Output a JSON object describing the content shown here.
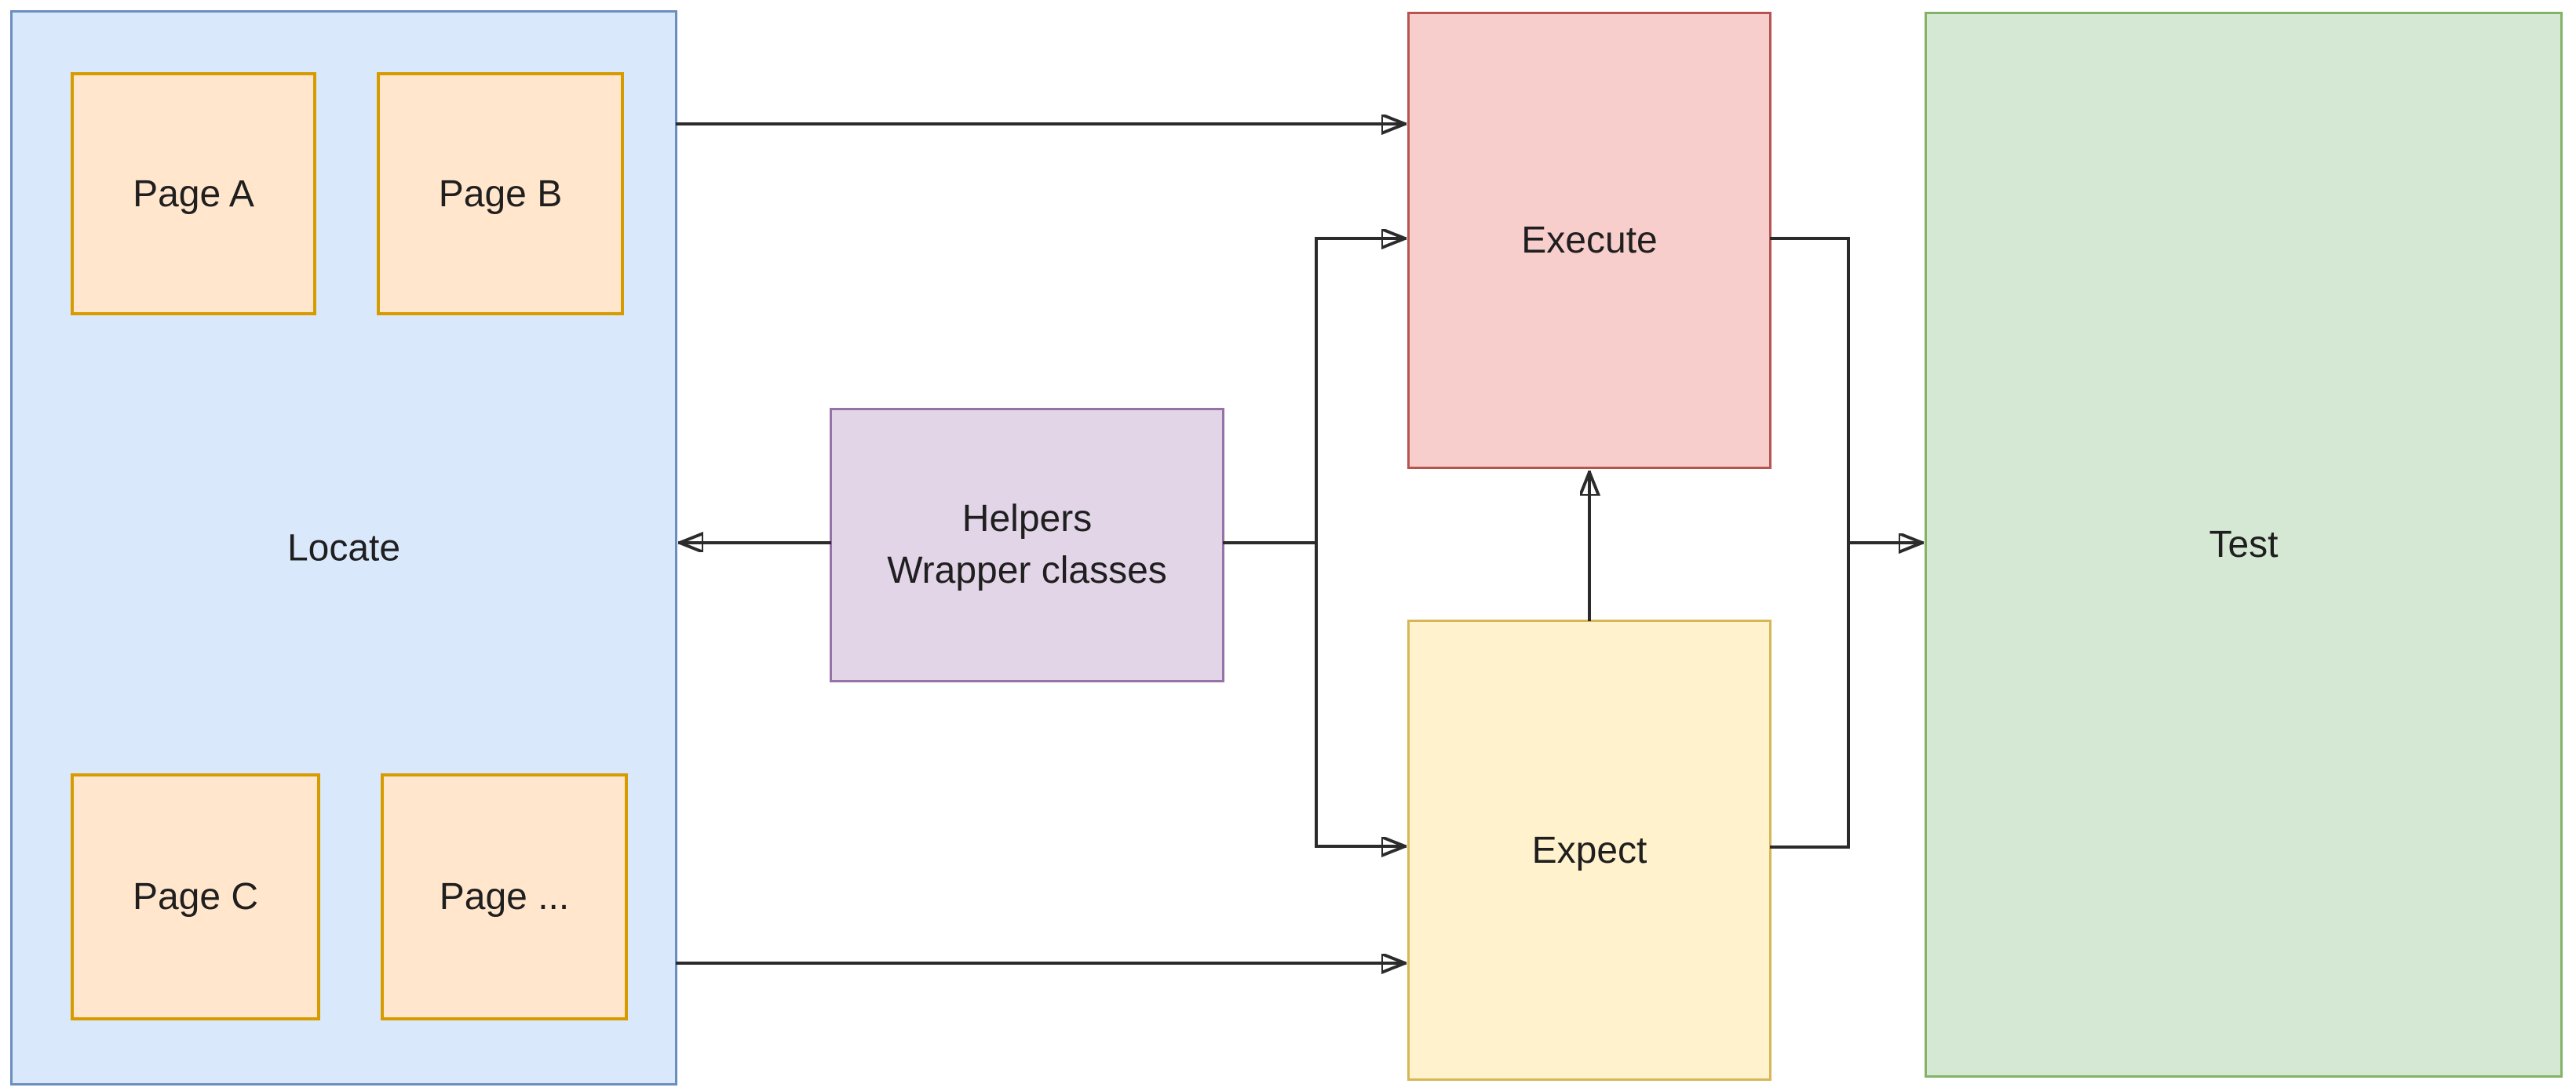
{
  "diagram": {
    "nodes": {
      "locate": {
        "label": "Locate",
        "fill": "#dae8fc",
        "border": "#6c8ebf"
      },
      "page_a": {
        "label": "Page A",
        "fill": "#ffe6cc",
        "border": "#d79b00"
      },
      "page_b": {
        "label": "Page B",
        "fill": "#ffe6cc",
        "border": "#d79b00"
      },
      "page_c": {
        "label": "Page C",
        "fill": "#ffe6cc",
        "border": "#d79b00"
      },
      "page_dots": {
        "label": "Page ...",
        "fill": "#ffe6cc",
        "border": "#d79b00"
      },
      "helpers": {
        "label_line1": "Helpers",
        "label_line2": "Wrapper classes",
        "fill": "#e1d5e7",
        "border": "#9673a6"
      },
      "execute": {
        "label": "Execute",
        "fill": "#f8cecc",
        "border": "#b85450"
      },
      "expect": {
        "label": "Expect",
        "fill": "#fff2cc",
        "border": "#d6b656"
      },
      "test": {
        "label": "Test",
        "fill": "#d5e8d4",
        "border": "#82b366"
      }
    },
    "edges": [
      {
        "from": "locate",
        "to": "execute",
        "arrow_at": "execute"
      },
      {
        "from": "locate",
        "to": "expect",
        "arrow_at": "expect"
      },
      {
        "from": "helpers",
        "to": "locate",
        "arrow_at": "locate"
      },
      {
        "from": "helpers",
        "to": "execute",
        "arrow_at": "execute"
      },
      {
        "from": "helpers",
        "to": "expect",
        "arrow_at": "expect"
      },
      {
        "from": "expect",
        "to": "execute",
        "arrow_at": "execute"
      },
      {
        "from": "execute",
        "to": "test",
        "arrow_at": "test"
      },
      {
        "from": "expect",
        "to": "test",
        "arrow_at": "test"
      }
    ],
    "edge_color": "#2b2b2b",
    "background": "#ffffff"
  }
}
